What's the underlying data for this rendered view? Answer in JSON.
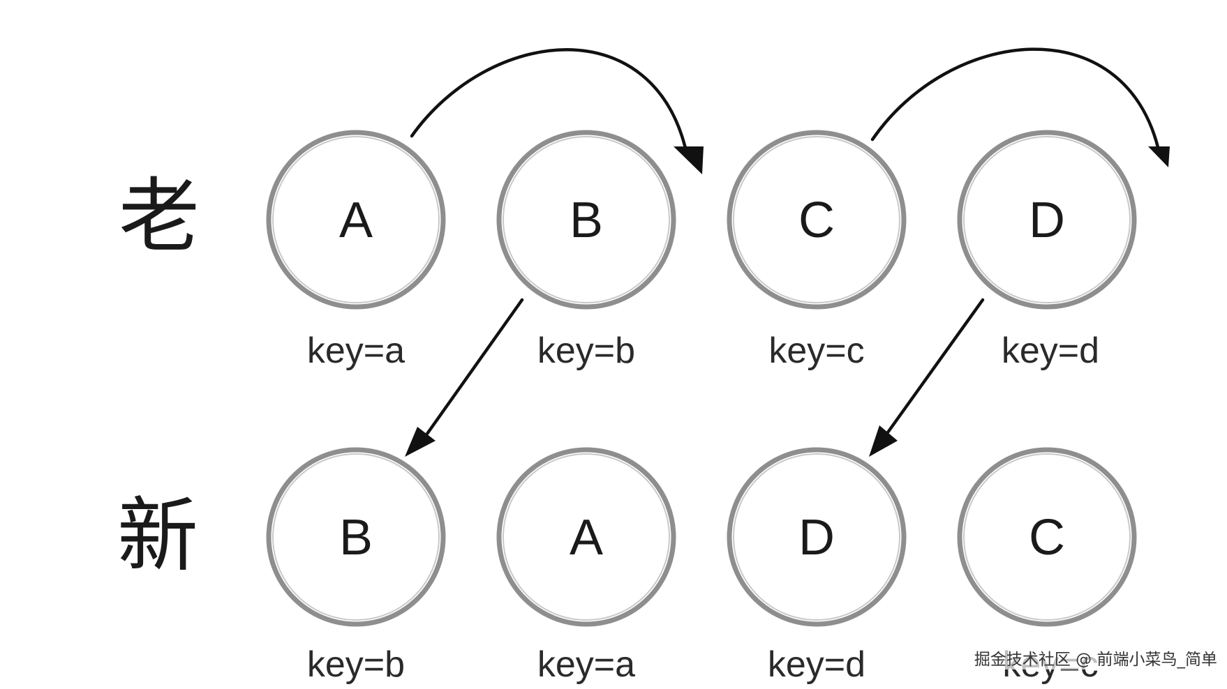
{
  "rows": {
    "old": {
      "label": "老",
      "nodes": [
        {
          "letter": "A",
          "key": "key=a"
        },
        {
          "letter": "B",
          "key": "key=b"
        },
        {
          "letter": "C",
          "key": "key=c"
        },
        {
          "letter": "D",
          "key": "key=d"
        }
      ]
    },
    "new": {
      "label": "新",
      "nodes": [
        {
          "letter": "B",
          "key": "key=b"
        },
        {
          "letter": "A",
          "key": "key=a"
        },
        {
          "letter": "D",
          "key": "key=d"
        },
        {
          "letter": "C",
          "key": "key=c"
        }
      ]
    }
  },
  "watermark": "掘金技术社区 @ 前端小菜鸟_简单",
  "colors": {
    "circle_stroke": "#8e8e8e",
    "arrow": "#111111",
    "text": "#1a1a1a"
  }
}
